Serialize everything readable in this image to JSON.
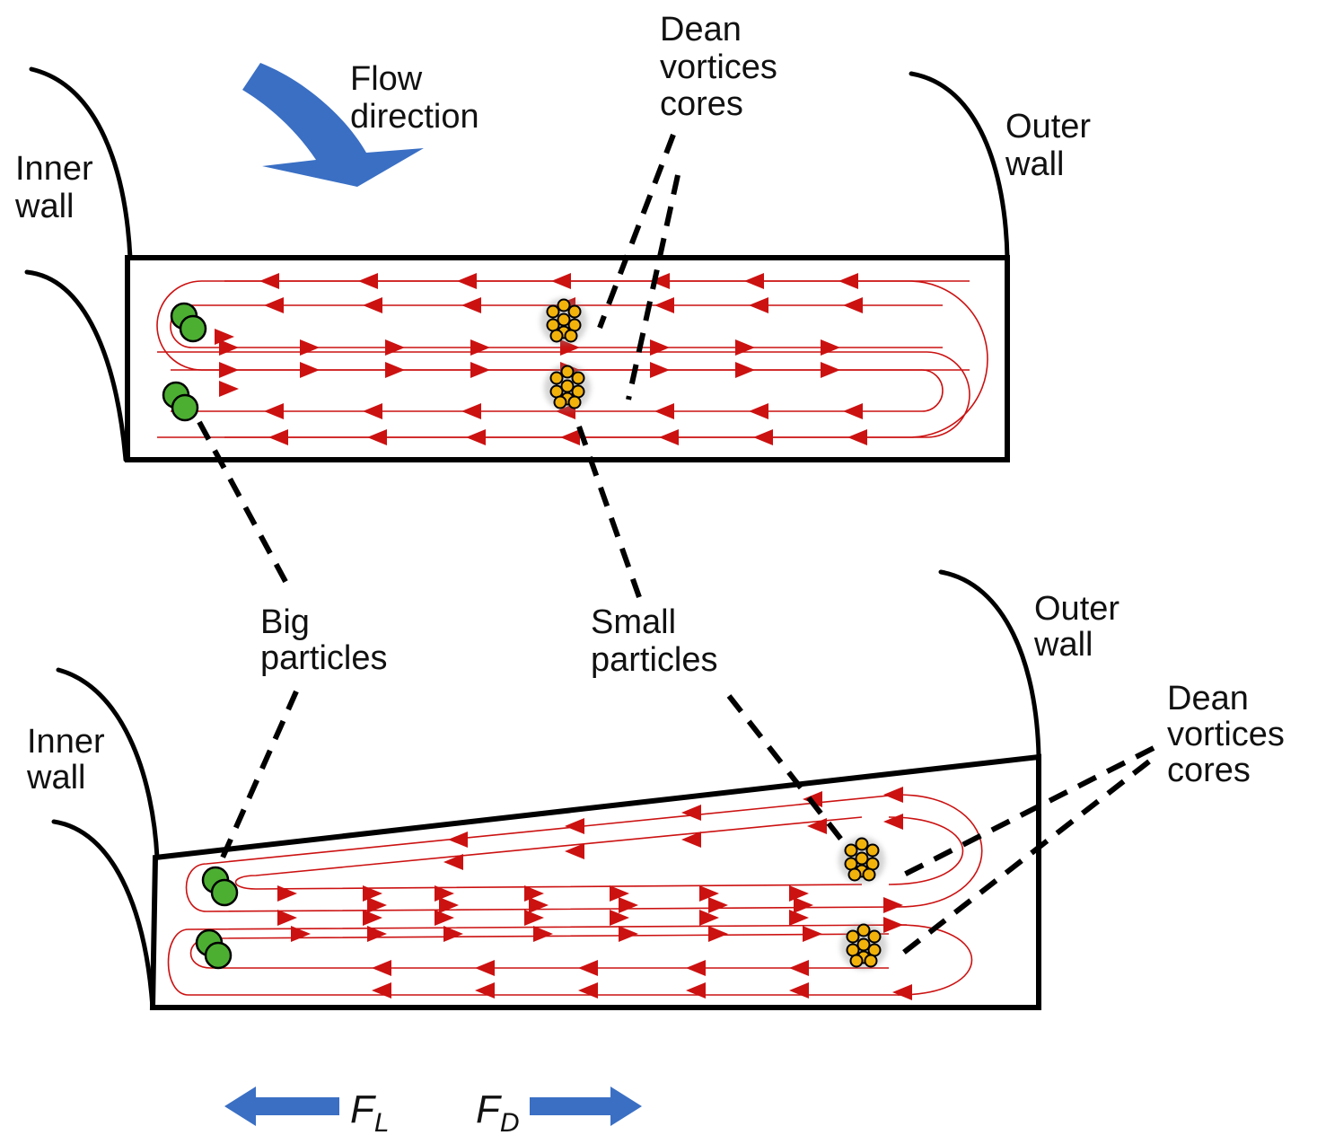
{
  "labels": {
    "flow_direction": [
      "Flow",
      "direction"
    ],
    "inner_wall": [
      "Inner",
      "wall"
    ],
    "outer_wall": [
      "Outer",
      "wall"
    ],
    "dean_vortices_cores": [
      "Dean",
      "vortices",
      "cores"
    ],
    "big_particles": [
      "Big",
      "particles"
    ],
    "small_particles": [
      "Small",
      "particles"
    ]
  },
  "forces": {
    "lift": {
      "symbol": "F",
      "subscript": "L"
    },
    "drag": {
      "symbol": "F",
      "subscript": "D"
    }
  },
  "colors": {
    "streamline": "#cc1111",
    "arrow_fill": "#3a6fc4",
    "big_particle": "#4caf32",
    "small_particle": "#f2b20c",
    "outline": "#000000"
  }
}
